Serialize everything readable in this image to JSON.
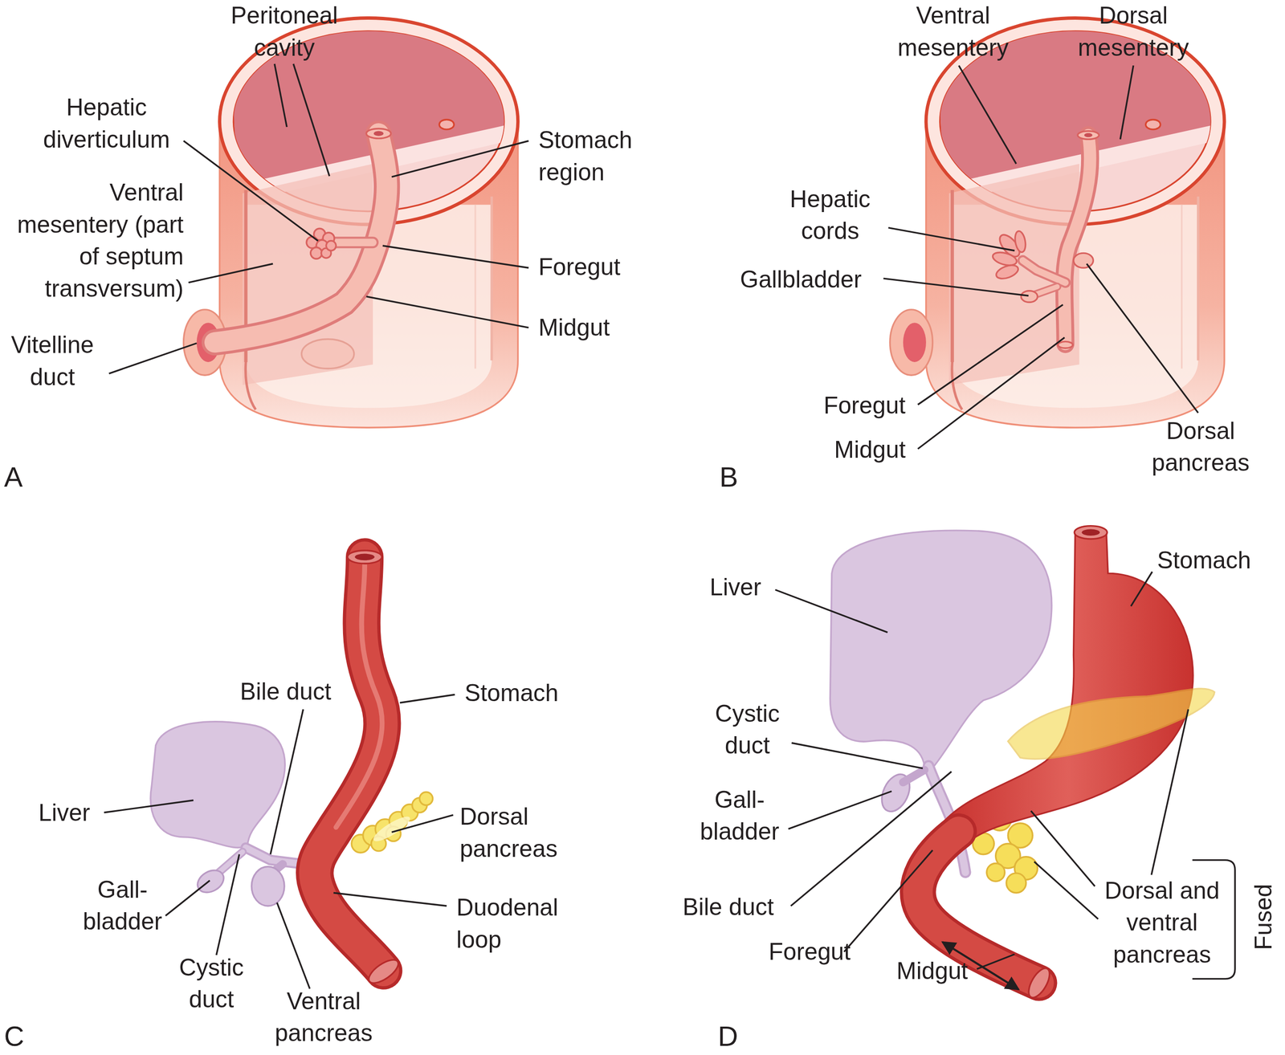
{
  "diagram": {
    "labels": [
      "Peritoneal cavity",
      "Hepatic diverticulum",
      "Stomach region",
      "Ventral mesentery (part of septum transversum)",
      "Foregut",
      "Midgut",
      "Vitelline duct",
      "A",
      "Ventral mesentery",
      "Dorsal mesentery",
      "Hepatic cords",
      "Gallbladder",
      "Foregut",
      "Midgut",
      "Dorsal pancreas",
      "B",
      "Bile duct",
      "Stomach",
      "Liver",
      "Dorsal pancreas",
      "Gall- bladder",
      "Duodenal loop",
      "Cystic duct",
      "Ventral pancreas",
      "C",
      "Liver",
      "Stomach",
      "Cystic duct",
      "Gall- bladder",
      "Bile duct",
      "Foregut",
      "Midgut",
      "Dorsal and ventral pancreas",
      "Fused",
      "D"
    ]
  }
}
